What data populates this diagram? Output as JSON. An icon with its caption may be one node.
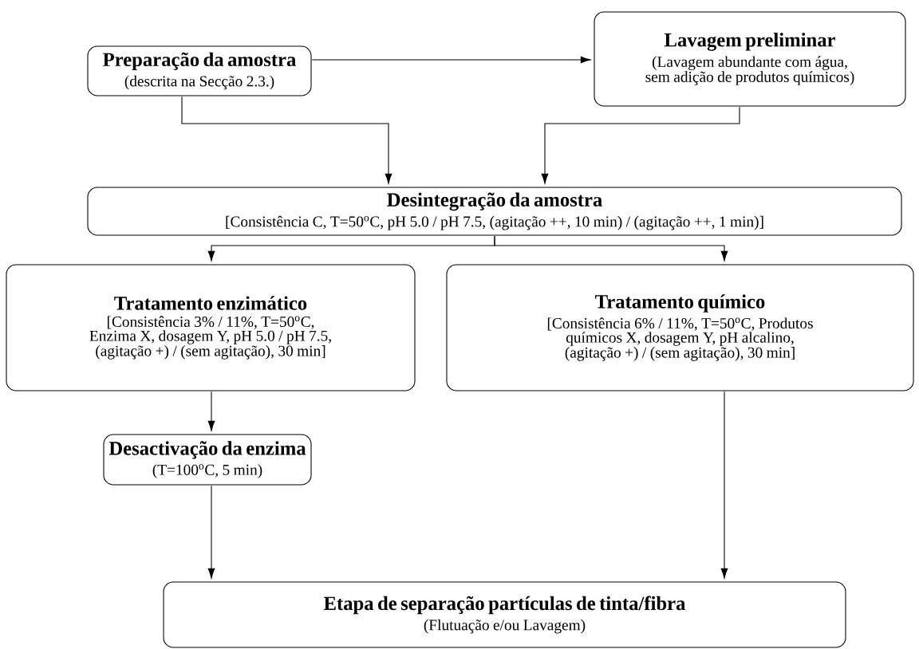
{
  "diagram": {
    "nodes": [
      {
        "text": [
          "Preparação da amostra",
          "(descrita na Secção 2.3.)"
        ]
      },
      {
        "text": [
          "Lavagem preliminar",
          "(Lavagem abundante com água, sem adição de produtos químicos)"
        ]
      },
      {
        "text": [
          "Desintegração da amostra",
          "[Consistência C, T=50$^{o}$C, pH 5.0 / pH 7.5, (agitação ++, 10 min) / (agitação ++, 1 min)]"
        ]
      },
      {
        "text": [
          "Tratamento enzimático",
          "[Consistência 3% / 11%, T=50$^{o}$C, Enzima X, dosagem Y, pH 5.0 / pH 7.5, (agitação +) / (sem agitação), 30 min]"
        ]
      },
      {
        "text": [
          "Tratamento químico",
          "[Consistência 6% / 11%, T=50$^{o}$C, Produtos químicos X, dosagem Y, pH alcalino, (agitação +) / (sem agitação), 30 min]"
        ]
      },
      {
        "text": [
          "Desactivação da enzima",
          "(T=100$^{o}$C, 5 min)"
        ]
      },
      {
        "text": [
          "Etapa de separação partículas de tinta/fibra",
          "(Flutuação e/ou Lavagem)"
        ]
      }
    ],
    "edges": [
      {
        "from": 0,
        "to": 1,
        "arrow": "to"
      },
      {
        "from": 0,
        "to": 2,
        "arrow": "to"
      },
      {
        "from": 1,
        "to": 2,
        "arrow": "to"
      },
      {
        "from": 2,
        "to": 3,
        "arrow": "to"
      },
      {
        "from": 2,
        "to": 4,
        "arrow": "to"
      },
      {
        "from": 3,
        "to": 5,
        "arrow": "to"
      },
      {
        "from": 5,
        "to": 6,
        "arrow": "to"
      },
      {
        "from": 4,
        "to": 6,
        "arrow": "to"
      }
    ]
  }
}
